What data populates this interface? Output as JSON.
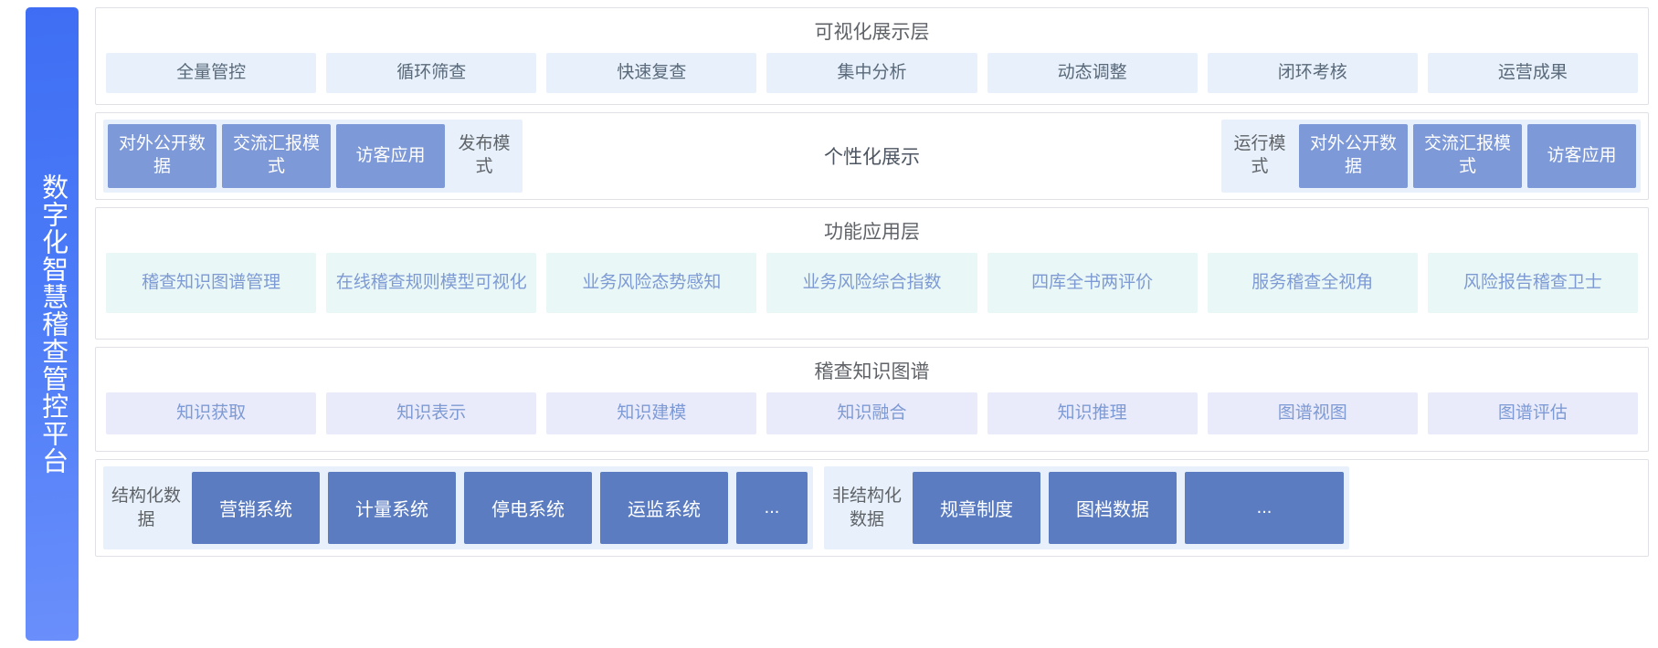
{
  "sidebar": {
    "title": "数字化智慧稽查管控平台"
  },
  "layers": {
    "visualization": {
      "title": "可视化展示层",
      "items": [
        {
          "label": "全量管控"
        },
        {
          "label": "循环筛查"
        },
        {
          "label": "快速复查"
        },
        {
          "label": "集中分析"
        },
        {
          "label": "动态调整"
        },
        {
          "label": "闭环考核"
        },
        {
          "label": "运营成果"
        }
      ]
    },
    "modes": {
      "center_label": "个性化展示",
      "left_group": {
        "boxes": [
          {
            "label": "对外公开数据"
          },
          {
            "label": "交流汇报模式"
          },
          {
            "label": "访客应用"
          }
        ],
        "mode_label": "发布模式"
      },
      "right_group": {
        "mode_label": "运行模式",
        "boxes": [
          {
            "label": "对外公开数据"
          },
          {
            "label": "交流汇报模式"
          },
          {
            "label": "访客应用"
          }
        ]
      }
    },
    "functional": {
      "title": "功能应用层",
      "items": [
        {
          "label": "稽查知识图谱管理"
        },
        {
          "label": "在线稽查规则模型可视化"
        },
        {
          "label": "业务风险态势感知"
        },
        {
          "label": "业务风险综合指数"
        },
        {
          "label": "四库全书两评价"
        },
        {
          "label": "服务稽查全视角"
        },
        {
          "label": "风险报告稽查卫士"
        }
      ]
    },
    "knowledge_graph": {
      "title": "稽查知识图谱",
      "items": [
        {
          "label": "知识获取"
        },
        {
          "label": "知识表示"
        },
        {
          "label": "知识建模"
        },
        {
          "label": "知识融合"
        },
        {
          "label": "知识推理"
        },
        {
          "label": "图谱视图"
        },
        {
          "label": "图谱评估"
        }
      ]
    },
    "data": {
      "structured": {
        "label": "结构化数据",
        "boxes": [
          {
            "label": "营销系统"
          },
          {
            "label": "计量系统"
          },
          {
            "label": "停电系统"
          },
          {
            "label": "运监系统"
          },
          {
            "label": "..."
          }
        ]
      },
      "unstructured": {
        "label": "非结构化数据",
        "boxes": [
          {
            "label": "规章制度"
          },
          {
            "label": "图档数据"
          },
          {
            "label": "..."
          }
        ]
      }
    }
  },
  "colors": {
    "sidebar_start": "#3f6ef4",
    "sidebar_end": "#6a8ffb",
    "chip_vis_bg": "#e8f1fb",
    "chip_func_bg": "#e9f7f6",
    "chip_kg_bg": "#e9ebfb",
    "mode_box_bg": "#7e99d8",
    "data_box_bg": "#5b7cc0",
    "group_bg": "#e8f1fb",
    "border": "#dfe1e6",
    "title_text": "#5f6368",
    "chip_text_blue": "#7e9ad4",
    "chip_text_gray": "#59697a"
  }
}
